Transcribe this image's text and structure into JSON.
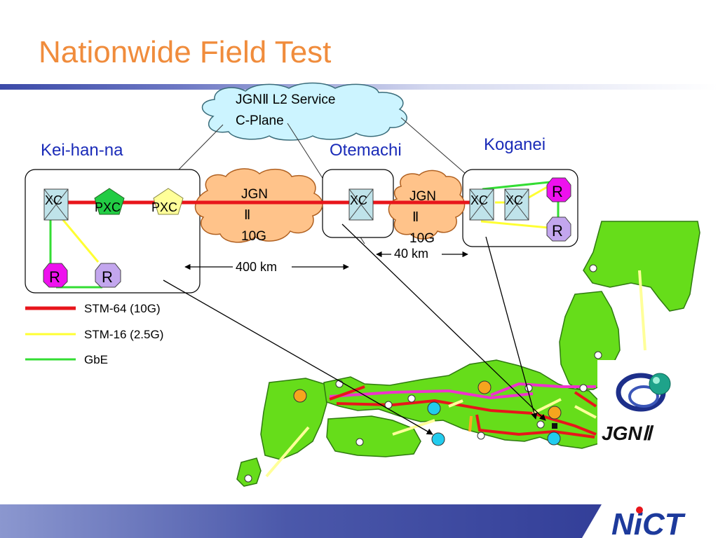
{
  "title": "Nationwide Field Test",
  "cloud_label": {
    "line1": "JGNⅡ  L2 Service",
    "line2": "C-Plane"
  },
  "sites": {
    "keihanna": "Kei-han-na",
    "otemachi": "Otemachi",
    "koganei": "Koganei"
  },
  "nodes": {
    "xc": "XC",
    "pxc": "PXC",
    "router": "R"
  },
  "jgn_cloud": {
    "line1": "JGN",
    "line2": "Ⅱ",
    "line3": "10G"
  },
  "distances": {
    "long": "400 km",
    "short": "40 km"
  },
  "legend": [
    {
      "label": "STM-64 (10G)",
      "color": "#e8151b"
    },
    {
      "label": "STM-16 (2.5G)",
      "color": "#ffff33"
    },
    {
      "label": "GbE",
      "color": "#33dd33"
    }
  ],
  "logos": {
    "jgn": "JGNⅡ",
    "nict": "NiCT"
  },
  "colors": {
    "title": "#f08c3c",
    "site_label": "#1a2bb8",
    "map_green": "#66dd1a",
    "router_magenta": "#ee11ee",
    "router_lavender": "#c3a6ee",
    "xc_fill": "#bfe3ea",
    "cloud_orange": "#ffc38a",
    "cloud_cyan": "#ccf4ff"
  }
}
